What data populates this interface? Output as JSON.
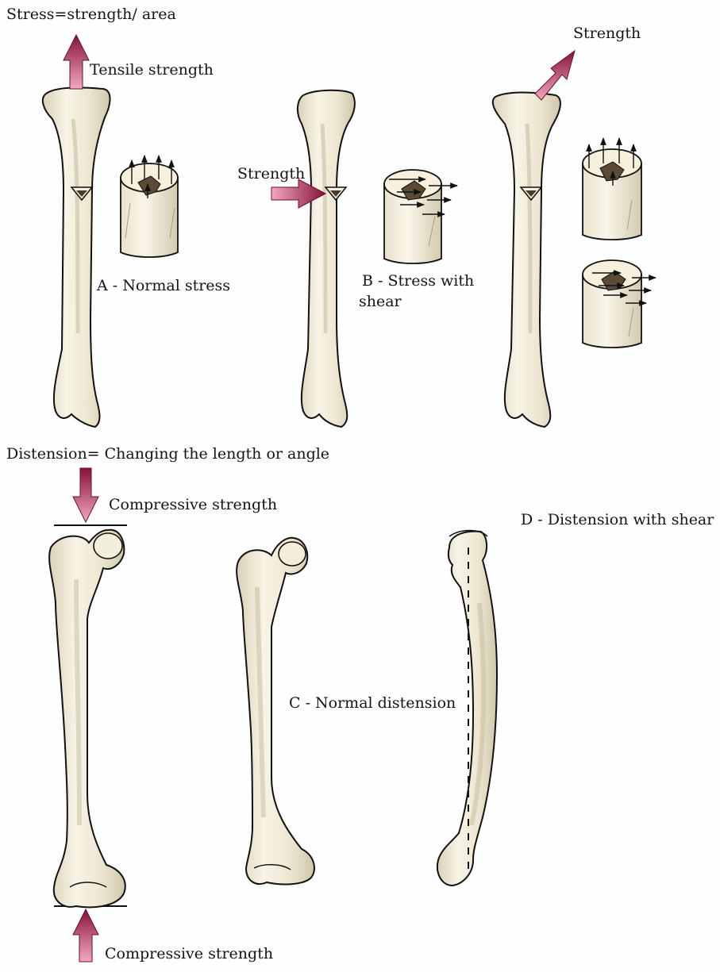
{
  "colors": {
    "bone_fill": "#efe9d6",
    "bone_light": "#faf7ec",
    "bone_shadow": "#c9c1a8",
    "outline": "#111111",
    "arrow_dark": "#8a1437",
    "arrow_light": "#ef9ab2",
    "cavity": "#5a4a36"
  },
  "labels": {
    "stress_def": "Stress=strength/ area",
    "tensile": "Tensile strength",
    "strength_a": "Strength",
    "strength_b": "Strength",
    "panel_a": "A - Normal stress",
    "panel_b_line1": "B - Stress with",
    "panel_b_line2": "shear",
    "distension_def": "Distension= Changing the length or angle",
    "compressive_top": "Compressive strength",
    "compressive_bottom": "Compressive strength",
    "panel_c": "C - Normal distension",
    "panel_d": "D - Distension with shear"
  }
}
